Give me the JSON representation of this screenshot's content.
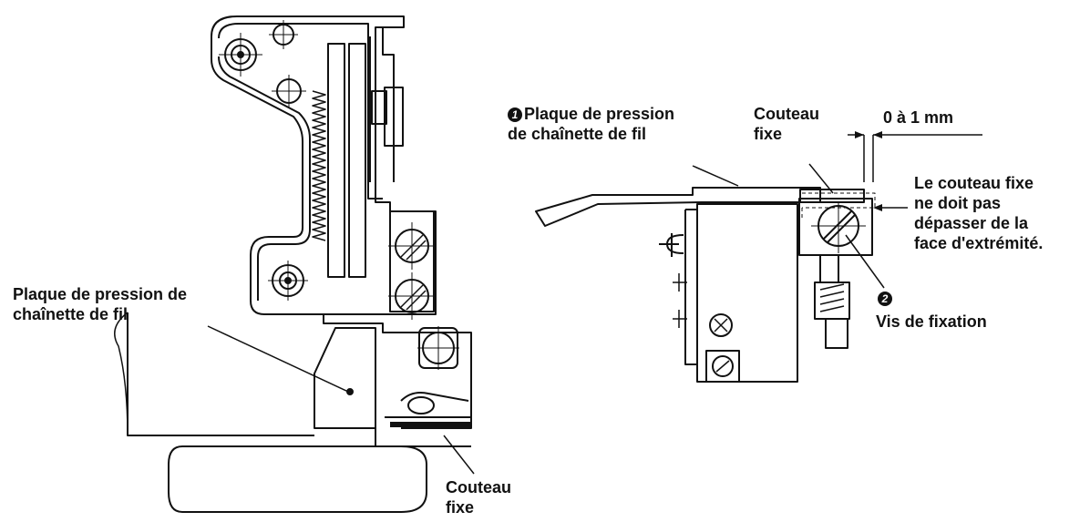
{
  "left_view": {
    "plate_label": [
      "Plaque de pression de",
      "chaînette de fil"
    ],
    "knife_label": [
      "Couteau",
      "fixe"
    ]
  },
  "right_view": {
    "plate_number": "1",
    "plate_label": [
      "Plaque de pression",
      "de chaînette de fil"
    ],
    "knife_label": [
      "Couteau",
      "fixe"
    ],
    "gap_label": "0 à 1 mm",
    "note_label": [
      "Le couteau fixe",
      "ne doit pas",
      "dépasser de la",
      "face d'extrémité."
    ],
    "screw_number": "2",
    "screw_label": "Vis de fixation"
  },
  "colors": {
    "ink": "#111111",
    "paper": "#ffffff"
  }
}
